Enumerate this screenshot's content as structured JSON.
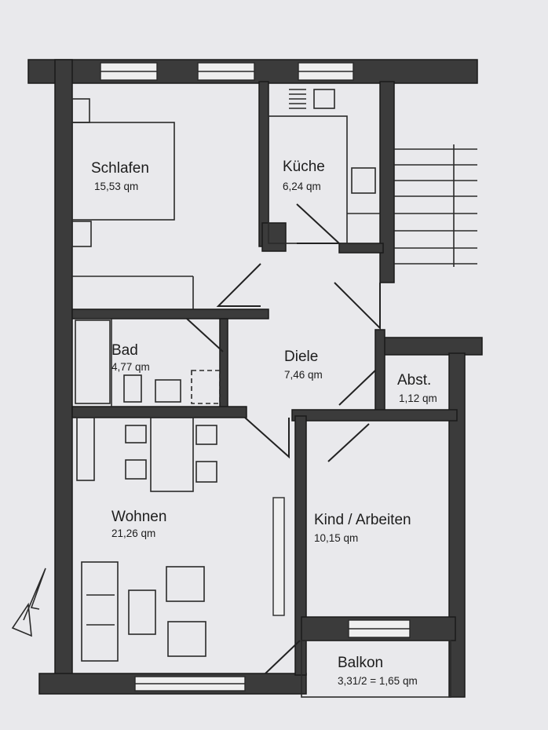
{
  "rooms": {
    "schlafen": {
      "name": "Schlafen",
      "area": "15,53 qm"
    },
    "kueche": {
      "name": "Küche",
      "area": "6,24 qm"
    },
    "bad": {
      "name": "Bad",
      "area": "4,77 qm"
    },
    "diele": {
      "name": "Diele",
      "area": "7,46 qm"
    },
    "abst": {
      "name": "Abst.",
      "area": "1,12 qm"
    },
    "wohnen": {
      "name": "Wohnen",
      "area": "21,26 qm"
    },
    "kind": {
      "name": "Kind / Arbeiten",
      "area": "10,15 qm"
    },
    "balkon": {
      "name": "Balkon",
      "area": "3,31/2 = 1,65 qm"
    }
  },
  "colors": {
    "wall": "#3b3b3b",
    "paper": "#e9e9ec",
    "ink": "#1d1d1d"
  },
  "icons": {
    "north_arrow": "north-arrow-icon"
  }
}
